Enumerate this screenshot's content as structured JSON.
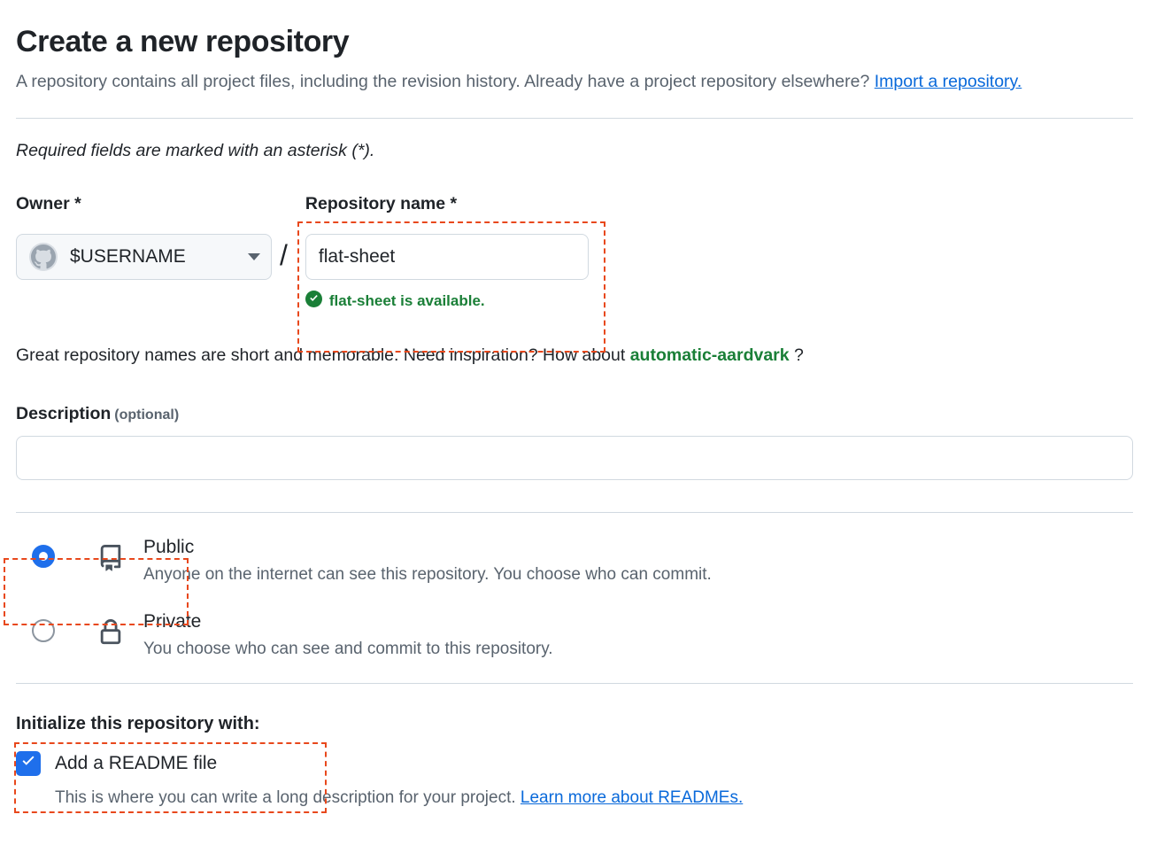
{
  "header": {
    "title": "Create a new repository",
    "description_part1": "A repository contains all project files, including the revision history. Already have a project repository elsewhere?",
    "import_link": "Import a repository.",
    "required_note": "Required fields are marked with an asterisk (*)."
  },
  "owner": {
    "label": "Owner *",
    "value": "$USERNAME",
    "avatar_icon": "github-octocat-icon",
    "chevron_icon": "chevron-down-icon"
  },
  "separator": "/",
  "repository_name": {
    "label": "Repository name *",
    "value": "flat-sheet",
    "placeholder": "",
    "availability_message": "flat-sheet is available.",
    "availability_icon": "check-circle-icon",
    "availability_color": "#1a7f37"
  },
  "inspiration": {
    "text_before": "Great repository names are short and memorable. Need inspiration? How about",
    "suggested_name": "automatic-aardvark",
    "text_after": "?"
  },
  "description": {
    "label": "Description",
    "optional_tag": "(optional)",
    "value": "",
    "placeholder": ""
  },
  "visibility": {
    "options": [
      {
        "id": "public",
        "title": "Public",
        "description": "Anyone on the internet can see this repository. You choose who can commit.",
        "icon": "repo-book-icon",
        "selected": true
      },
      {
        "id": "private",
        "title": "Private",
        "description": "You choose who can see and commit to this repository.",
        "icon": "lock-icon",
        "selected": false
      }
    ]
  },
  "initialize": {
    "title": "Initialize this repository with:",
    "readme_label": "Add a README file",
    "readme_checked": true,
    "readme_description": "This is where you can write a long description for your project.",
    "readme_link": "Learn more about READMEs.",
    "check_icon": "checkmark-icon"
  },
  "annotations": {
    "color": "#e8481c",
    "boxes": [
      "repository-name-field",
      "public-visibility-option",
      "initialize-readme-section"
    ]
  },
  "colors": {
    "accent_blue": "#1f6feb",
    "link_blue": "#0969da",
    "success_green": "#1a7f37",
    "muted_text": "#59636e",
    "border": "#d1d9e0"
  }
}
